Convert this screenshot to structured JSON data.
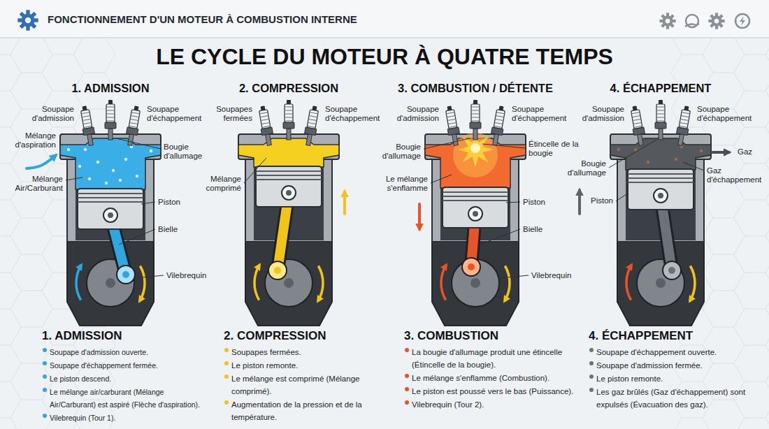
{
  "diagram": {
    "title": "LE CYCLE DU MOTEUR À QUATRE TEMPS",
    "labels": [
      "FONCTIONNEMENT D'UN MOTEUR À COMBUSTION INTERNE",
      "1. ADMISSION",
      "Soupape d'admission",
      "Soupape d'échappement",
      "Mélange d'aspiration",
      "Bougie d'allumage",
      "Mélange Air/Carburant",
      "Piston",
      "Bielle",
      "Vilebrequin",
      "2. COMPRESSION",
      "Soupapes fermées",
      "Soupape d'échappement",
      "Mélange comprimé",
      "3. COMBUSTION / DÉTENTE",
      "Soupape d'admission",
      "Soupape d'échappement",
      "Bougie d'allumage",
      "Étincelle de la bougie",
      "Le mélange s'enflamme",
      "Piston",
      "Bielle",
      "Vilebrequin",
      "4. ÉCHAPPEMENT",
      "Soupape d'admission",
      "Soupape d'échappement",
      "Gaz",
      "Bougie d'allumage",
      "Gaz d'échappement",
      "Piston",
      "1. ADMISSION",
      "Soupape d'admission ouverte.",
      "Soupape d'échappement fermée.",
      "Le piston descend.",
      "Le mélange air/carburant (Mélange Air/Carburant) est aspiré (Flèche d'aspiration).",
      "Vilebrequin (Tour 1).",
      "2. COMPRESSION",
      "Soupapes fermées.",
      "Le piston remonte.",
      "Le mélange est comprimé (Mélange comprimé).",
      "Augmentation de la pression et de la température.",
      "3. COMBUSTION",
      "La bougie d'allumage produit une étincelle (Étincelle de la bougie).",
      "Le mélange s'enflamme (Combustion).",
      "Le piston est poussé vers le bas (Puissance).",
      "Vilebrequin (Tour 2).",
      "4. ÉCHAPPEMENT",
      "Soupape d'échappement ouverte.",
      "Soupape d'admission fermée.",
      "Le piston remonte.",
      "Les gaz brûlés (Gaz d'échappement) sont expulsés (Évacuation des gaz)."
    ]
  }
}
